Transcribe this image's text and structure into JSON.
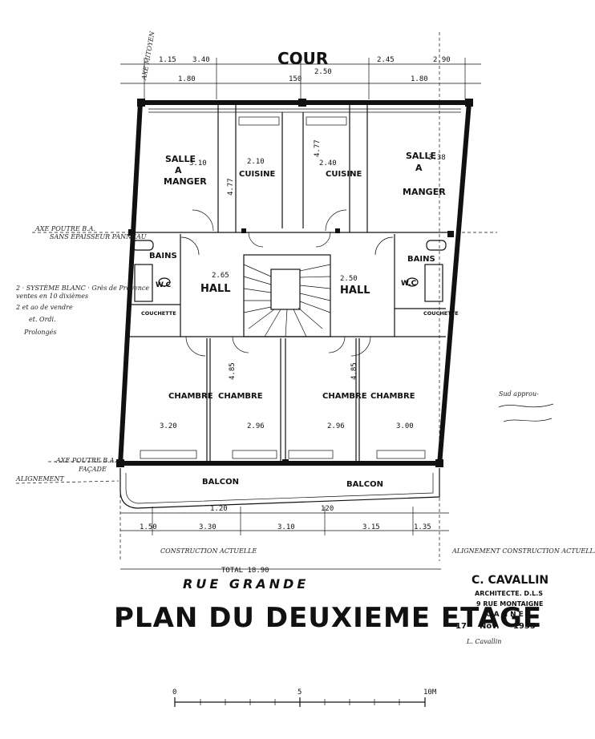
{
  "header": {
    "court": "COUR"
  },
  "rooms": {
    "salle_left_1": "SALLE",
    "salle_left_2": "A",
    "salle_left_3": "MANGER",
    "salle_right_1": "SALLE",
    "salle_right_2": "A",
    "salle_right_3": "MANGER",
    "cuisine_left": "CUISINE",
    "cuisine_right": "CUISINE",
    "bains_left": "BAINS",
    "bains_right": "BAINS",
    "wc_left": "W.C",
    "wc_right": "W.C",
    "hall_left": "HALL",
    "hall_right": "HALL",
    "chambre_1": "CHAMBRE",
    "chambre_2": "CHAMBRE",
    "chambre_3": "CHAMBRE",
    "chambre_4": "CHAMBRE",
    "balcon_left": "BALCON",
    "balcon_right": "BALCON",
    "couchette_left": "COUCHETTE",
    "couchette_right": "COUCHETTE"
  },
  "dimensions": {
    "top_1": "1.15",
    "top_2": "3.40",
    "top_3": "2.50",
    "top_4": "2.45",
    "top_5": "2.90",
    "top_6": "1.80",
    "top_7": "150",
    "top_8": "1.80",
    "salle_w_left": "3.10",
    "salle_w_right": "3.38",
    "cuisine_w_left": "2.10",
    "cuisine_w_right": "2.40",
    "h_477_a": "4.77",
    "h_477_b": "4.77",
    "hall_l": "2.65",
    "hall_r": "2.50",
    "ch_h_l": "4.85",
    "ch_h_r": "4.85",
    "ch_w_1": "3.20",
    "ch_w_2": "2.96",
    "ch_w_3": "2.96",
    "ch_w_4": "3.00",
    "bot_1": "1.50",
    "bot_2": "3.30",
    "bot_3": "3.10",
    "bot_4": "3.15",
    "bot_5": "1.35",
    "bot_6": "1.20",
    "bot_7": "120",
    "total": "TOTAL  18.90"
  },
  "annotations": {
    "axe_poutre_top": "AXE POUTRE B.A.",
    "axe_poutre_note": "SANS ÉPAISSEUR PANNEAU",
    "axe_poutre_bottom": "AXE POUTRE B.A.",
    "facade": "FAÇADE",
    "alignement_left": "ALIGNEMENT",
    "construction_actuelle": "CONSTRUCTION ACTUELLE",
    "alignement_right": "ALIGNEMENT CONSTRUCTION ACTUELLE",
    "axe_mitoyennete": "AXE MITOYEN",
    "note_1": "2 · SYSTÈME BLANC · Grès de Provence",
    "note_2": "ventes en 10 dixièmes",
    "note_3": "2 et ao de vendre",
    "note_4": "et. Ordi.",
    "note_5": "Prolongés",
    "side_note": "Sud approu-"
  },
  "footer": {
    "street": "RUE   GRANDE",
    "plan_title": "PLAN  DU  DEUXIEME  ETAGE",
    "architect_name": "C. CAVALLIN",
    "architect_title": "ARCHITECTE. D.L.S",
    "architect_address": "9 RUE MONTAIGNE",
    "architect_city": "CANNES",
    "date_day": "17",
    "date_month": "Nov.",
    "date_year": "1935",
    "signature": "L. Cavallin"
  },
  "scale_bar": {
    "zero": "0",
    "five": "5",
    "ten": "10M"
  }
}
